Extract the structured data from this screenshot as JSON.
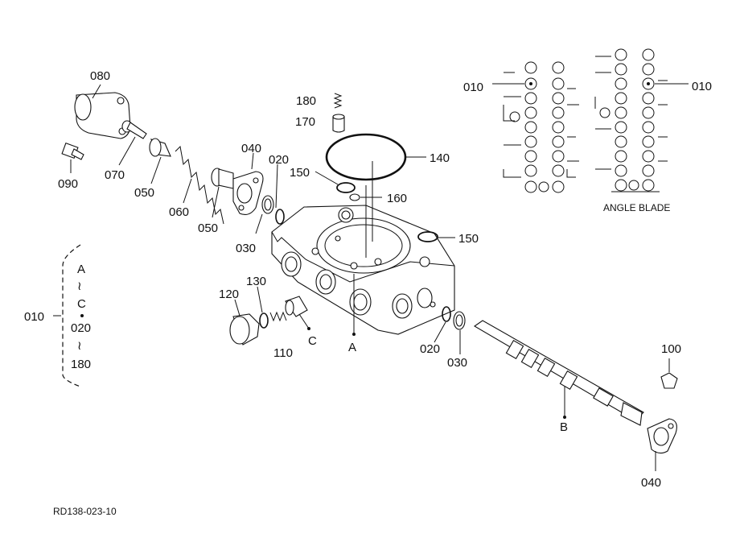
{
  "labels": {
    "p080": "080",
    "p090": "090",
    "p070": "070",
    "p050a": "050",
    "p060": "060",
    "p050b": "050",
    "p040a": "040",
    "p020a": "020",
    "p030a": "030",
    "p180": "180",
    "p170": "170",
    "p140": "140",
    "p150a": "150",
    "p160": "160",
    "p150b": "150",
    "p120": "120",
    "p130": "130",
    "p110": "110",
    "callC": "C",
    "callA": "A",
    "p020b": "020",
    "p030b": "030",
    "callB": "B",
    "p100": "100",
    "p040b": "040",
    "p010top_left": "010",
    "p010top_right": "010",
    "angle_blade": "ANGLE BLADE",
    "p010side": "010",
    "bracket_A": "A",
    "bracket_tilde1": "≀",
    "bracket_C": "C",
    "bracket_020": "020",
    "bracket_tilde2": "≀",
    "bracket_180": "180",
    "drawing_code": "RD138-023-10"
  }
}
